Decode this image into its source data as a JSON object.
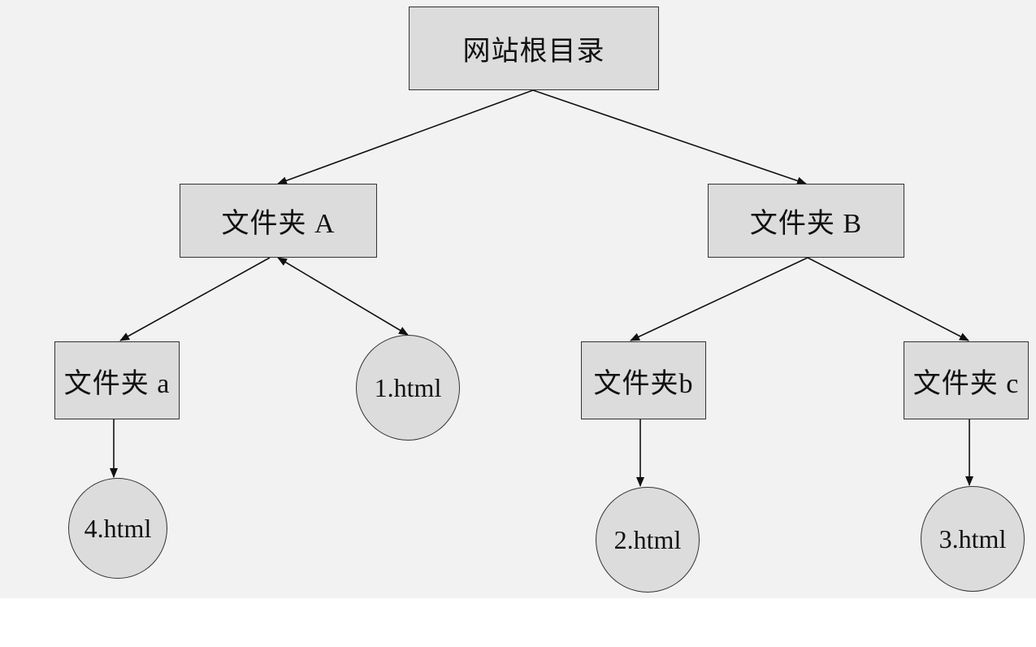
{
  "nodes": {
    "root": "网站根目录",
    "folder_A": "文件夹 A",
    "folder_B": "文件夹 B",
    "folder_a": "文件夹 a",
    "folder_b": "文件夹b",
    "folder_c": "文件夹 c",
    "file_1": "1.html",
    "file_2": "2.html",
    "file_3": "3.html",
    "file_4": "4.html"
  },
  "edges": [
    {
      "from": "root",
      "to": "folder_A",
      "direction": "forward"
    },
    {
      "from": "root",
      "to": "folder_B",
      "direction": "forward"
    },
    {
      "from": "folder_A",
      "to": "folder_a",
      "direction": "forward"
    },
    {
      "from": "folder_A",
      "to": "file_1",
      "direction": "both"
    },
    {
      "from": "folder_B",
      "to": "folder_b",
      "direction": "forward"
    },
    {
      "from": "folder_B",
      "to": "folder_c",
      "direction": "forward"
    },
    {
      "from": "folder_a",
      "to": "file_4",
      "direction": "forward"
    },
    {
      "from": "folder_b",
      "to": "file_2",
      "direction": "forward"
    },
    {
      "from": "folder_c",
      "to": "file_3",
      "direction": "forward"
    }
  ]
}
